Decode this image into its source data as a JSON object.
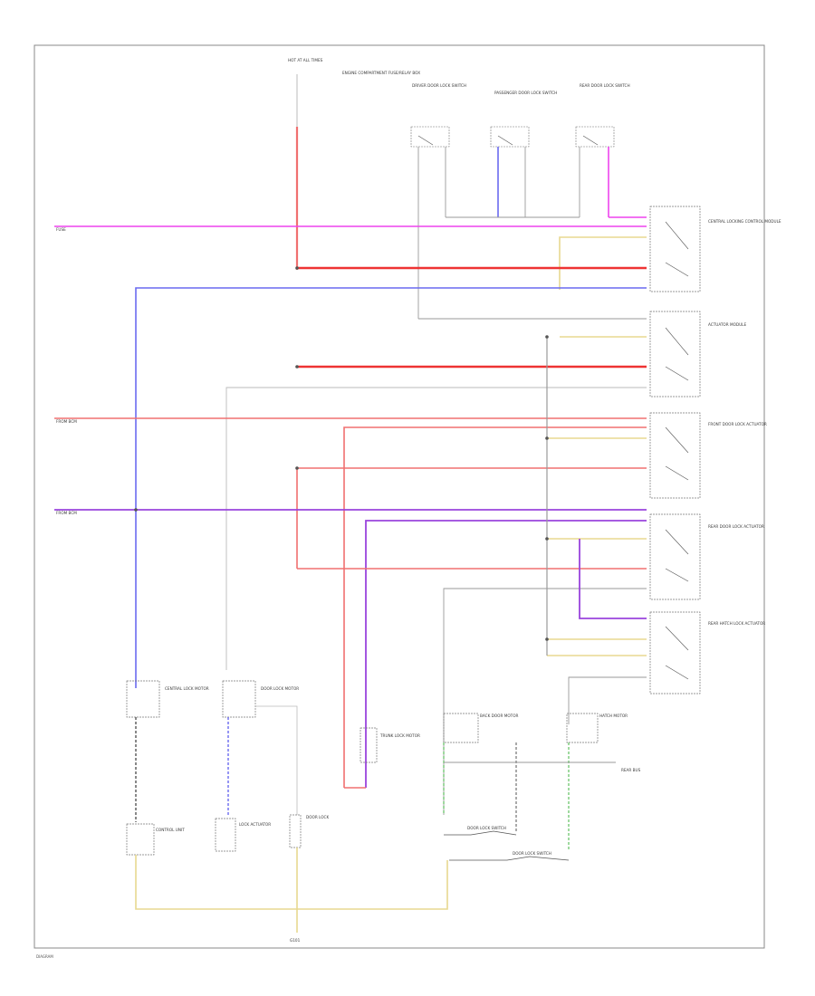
{
  "colors": {
    "frame": "#888888",
    "magenta": "#ee44ee",
    "red": "#f07070",
    "red_bright": "#ee3333",
    "blue": "#6a6af0",
    "purple": "#9944dd",
    "gray": "#9a9a9a",
    "yellow": "#e8d890",
    "green": "#60c060",
    "dark": "#555555"
  },
  "labels": {
    "top_fuse": "HOT AT ALL TIMES",
    "top_fuse_desc": "ENGINE COMPARTMENT FUSE/RELAY BOX",
    "sw1": "DRIVER DOOR LOCK SWITCH",
    "sw2": "PASSENGER DOOR LOCK SWITCH",
    "sw3": "REAR DOOR LOCK SWITCH",
    "mod1": "CENTRAL LOCKING CONTROL MODULE",
    "mod2": "ACTUATOR MODULE",
    "mod3": "FRONT DOOR LOCK ACTUATOR",
    "mod4": "REAR DOOR LOCK ACTUATOR",
    "mod5": "REAR HATCH LOCK ACTUATOR",
    "left_1": "FUSE",
    "left_2": "FROM BCM",
    "left_3": "FROM BCM",
    "act1": "CENTRAL LOCK MOTOR",
    "act2": "DOOR LOCK MOTOR",
    "act3": "TRUNK LOCK MOTOR",
    "act4": "BACK DOOR MOTOR",
    "act5": "HATCH MOTOR",
    "bl1": "CONTROL UNIT",
    "bl2": "LOCK ACTUATOR",
    "bl3": "DOOR LOCK",
    "sw_bottom1": "DOOR LOCK SWITCH",
    "sw_bottom2": "DOOR LOCK SWITCH",
    "ground_label": "G101",
    "right_label": "REAR BUS",
    "footer": "DIAGRAM"
  }
}
